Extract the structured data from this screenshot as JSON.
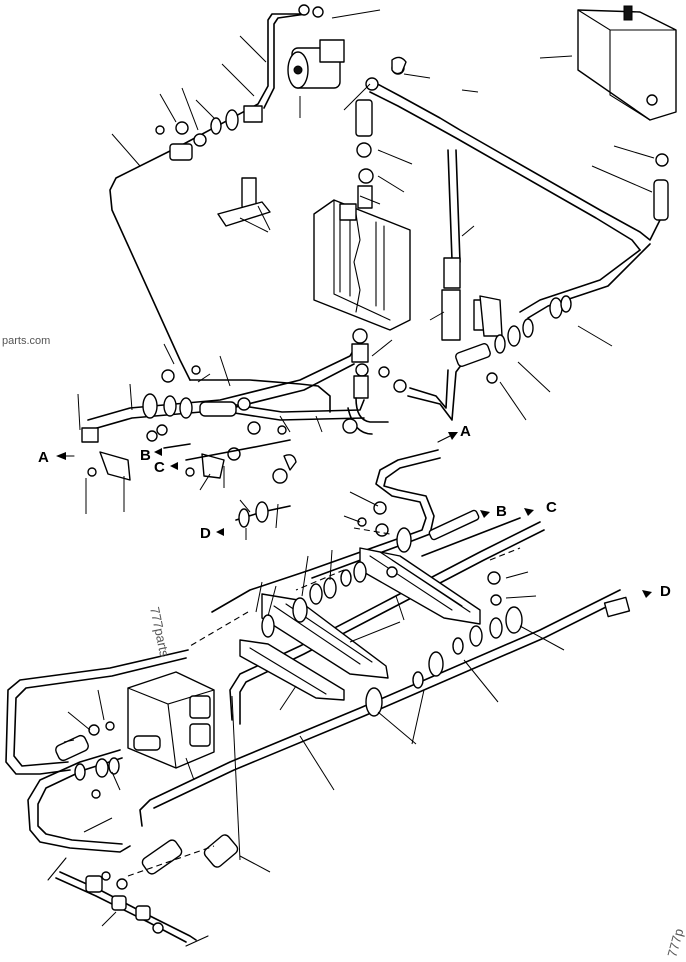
{
  "watermarks": {
    "left_edge": "parts.com",
    "center": "777parts",
    "bottom_right": "777p"
  },
  "connection_labels": {
    "A": "A",
    "B": "B",
    "C": "C",
    "D": "D"
  },
  "colors": {
    "line": "#000000",
    "background": "#ffffff",
    "watermark": "#555555"
  }
}
